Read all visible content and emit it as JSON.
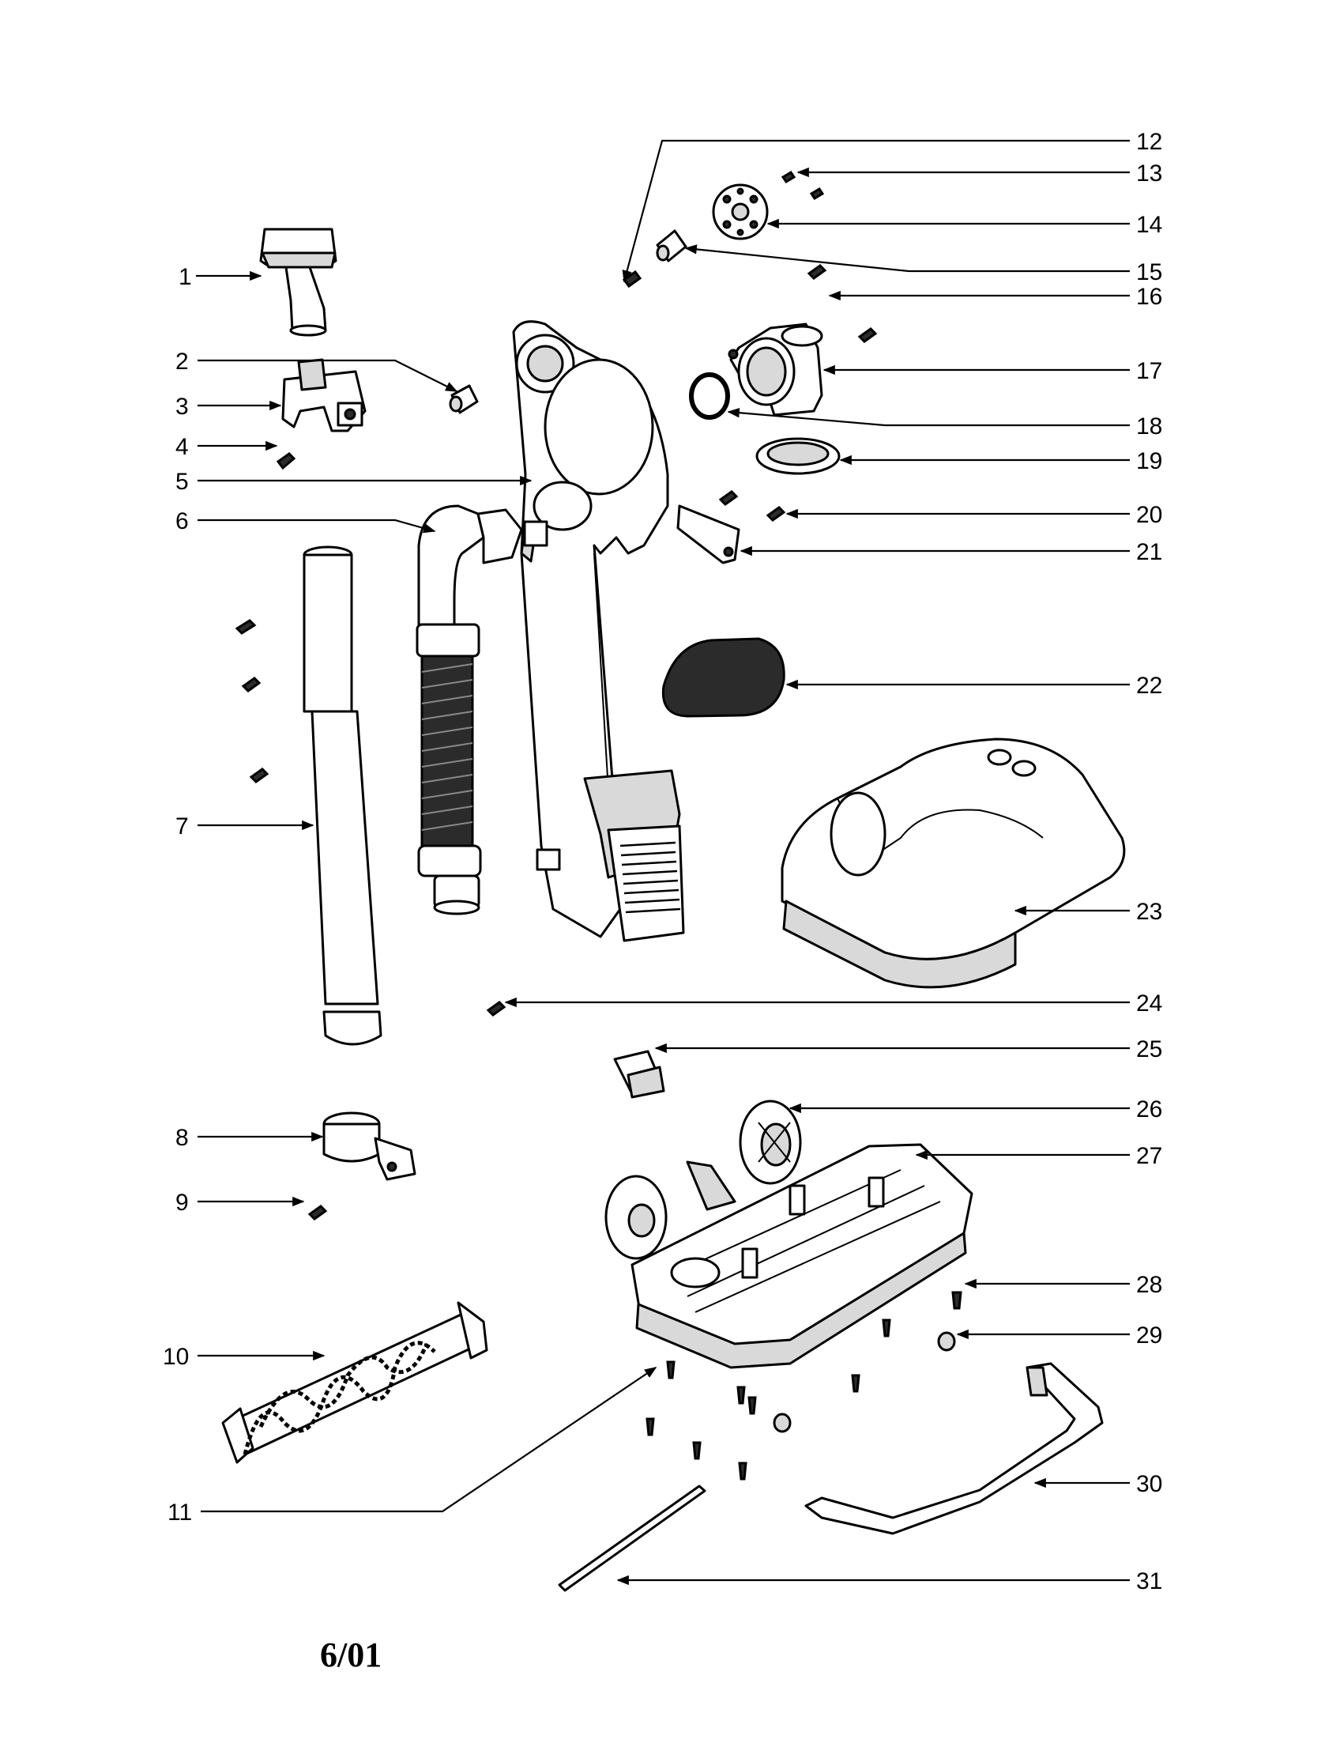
{
  "diagram": {
    "callouts": [
      {
        "id": "1"
      },
      {
        "id": "2"
      },
      {
        "id": "3"
      },
      {
        "id": "4"
      },
      {
        "id": "5"
      },
      {
        "id": "6"
      },
      {
        "id": "7"
      },
      {
        "id": "8"
      },
      {
        "id": "9"
      },
      {
        "id": "10"
      },
      {
        "id": "11"
      },
      {
        "id": "12"
      },
      {
        "id": "13"
      },
      {
        "id": "14"
      },
      {
        "id": "15"
      },
      {
        "id": "16"
      },
      {
        "id": "17"
      },
      {
        "id": "18"
      },
      {
        "id": "19"
      },
      {
        "id": "20"
      },
      {
        "id": "21"
      },
      {
        "id": "22"
      },
      {
        "id": "23"
      },
      {
        "id": "24"
      },
      {
        "id": "25"
      },
      {
        "id": "26"
      },
      {
        "id": "27"
      },
      {
        "id": "28"
      },
      {
        "id": "29"
      },
      {
        "id": "30"
      },
      {
        "id": "31"
      }
    ],
    "date_code": "6/01"
  }
}
